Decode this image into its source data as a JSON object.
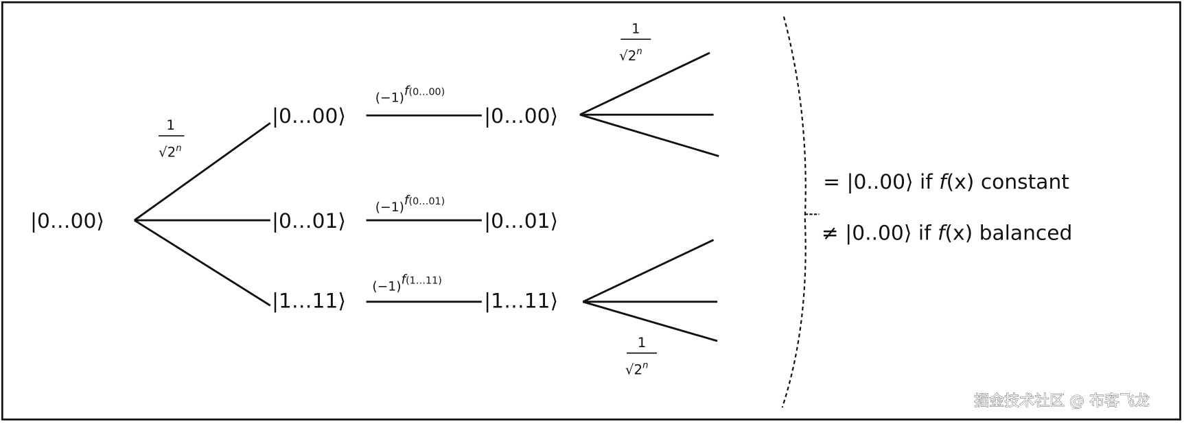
{
  "diagram": {
    "root": "|0…00⟩",
    "amplitude": {
      "numerator": "1",
      "denominator": "√2",
      "exponent": "n"
    },
    "middle_nodes": [
      "|0…00⟩",
      "|0…01⟩",
      "|1…11⟩"
    ],
    "right_nodes": [
      "|0…00⟩",
      "|0…01⟩",
      "|1…11⟩"
    ],
    "phases": [
      {
        "base": "(−1)",
        "f": "f",
        "arg": "(0…00)"
      },
      {
        "base": "(−1)",
        "f": "f",
        "arg": "(0…01)"
      },
      {
        "base": "(−1)",
        "f": "f",
        "arg": "(1…11)"
      }
    ],
    "results": [
      {
        "symbol": "=",
        "ket": "|0..00⟩",
        "text_if": "if",
        "func": "f",
        "var": "(x)",
        "condition": "constant"
      },
      {
        "symbol": "≠",
        "ket": "|0..00⟩",
        "text_if": "if",
        "func": "f",
        "var": "(x)",
        "condition": "balanced"
      }
    ]
  },
  "watermark": "掘金技术社区 @ 布客飞龙"
}
